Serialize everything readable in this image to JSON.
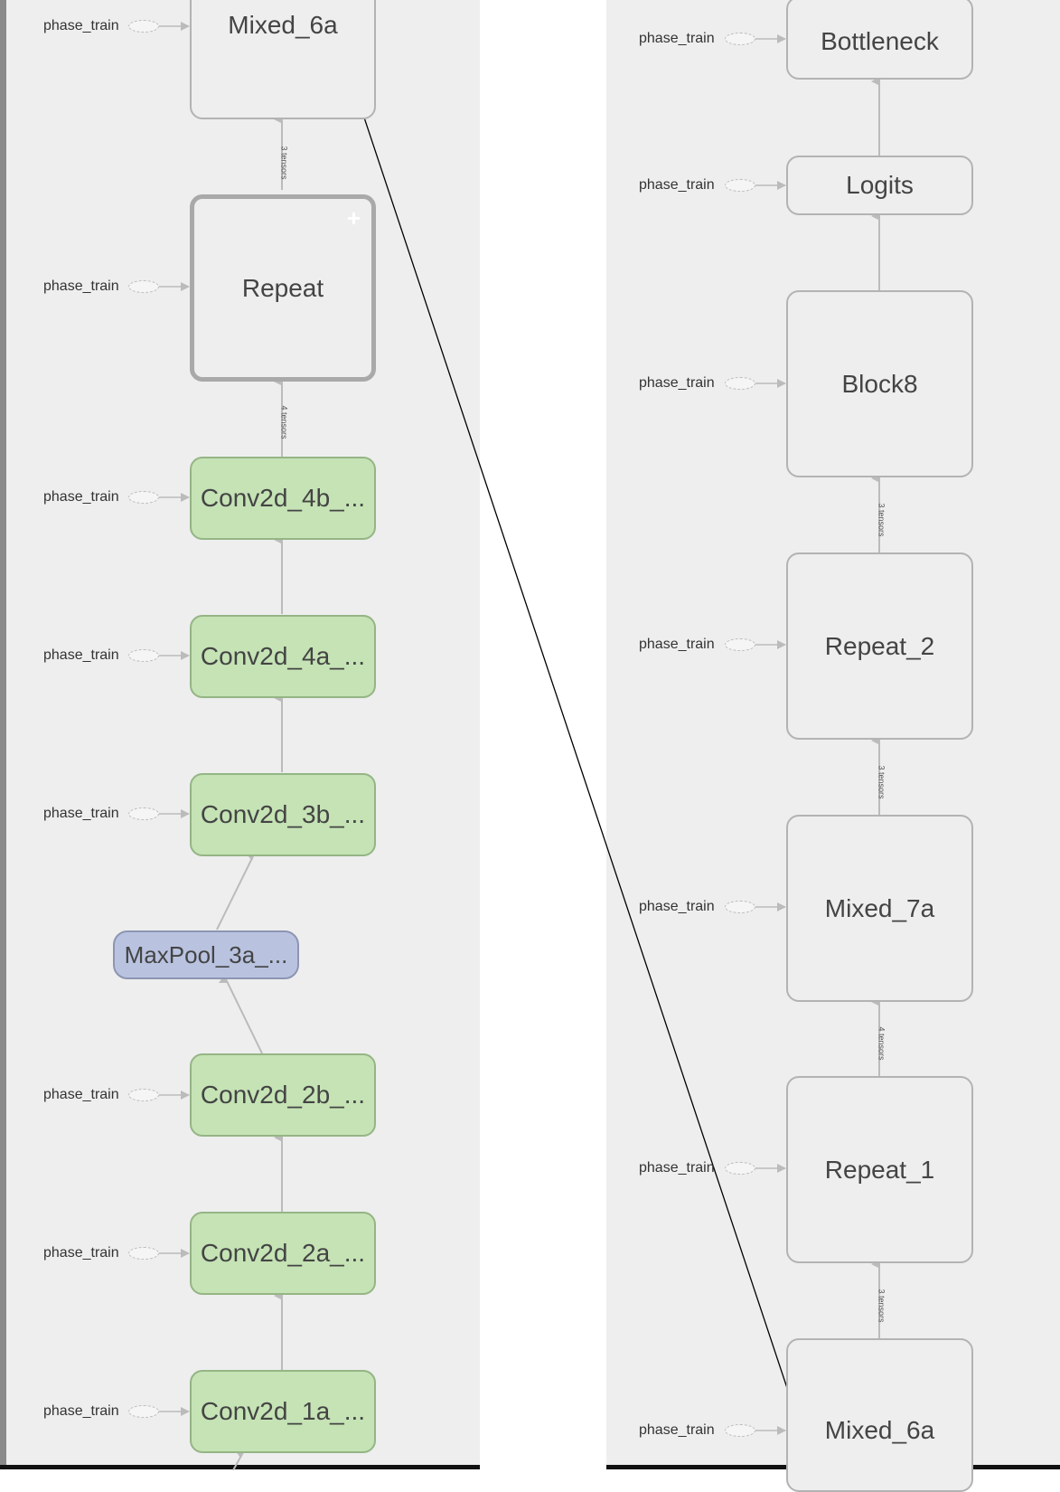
{
  "colors": {
    "panel_bg": "#eeeeee",
    "group_border": "#b3b3b3",
    "conv_fill": "#c5e3b5",
    "conv_border": "#95b585",
    "pool_fill": "#b9c3e0",
    "pool_border": "#8d95b2",
    "edge": "#bbbbbb",
    "pointer_arrow": "#000000"
  },
  "input_label": "phase_train",
  "left_panel": {
    "nodes": {
      "mixed_6a": "Mixed_6a",
      "repeat": "Repeat",
      "conv2d_4b": "Conv2d_4b_...",
      "conv2d_4a": "Conv2d_4a_...",
      "conv2d_3b": "Conv2d_3b_...",
      "maxpool_3a": "MaxPool_3a_...",
      "conv2d_2b": "Conv2d_2b_...",
      "conv2d_2a": "Conv2d_2a_...",
      "conv2d_1a": "Conv2d_1a_..."
    },
    "expand_symbol": "+",
    "edge_labels": {
      "repeat_to_mixed_6a": "3 tensors",
      "conv2d_4b_to_repeat": "4 tensors"
    }
  },
  "right_panel": {
    "nodes": {
      "bottleneck": "Bottleneck",
      "logits": "Logits",
      "block8": "Block8",
      "repeat_2": "Repeat_2",
      "mixed_7a": "Mixed_7a",
      "repeat_1": "Repeat_1",
      "mixed_6a": "Mixed_6a"
    },
    "edge_labels": {
      "repeat_2_to_block8": "3 tensors",
      "mixed_7a_to_repeat_2": "3 tensors",
      "repeat_1_to_mixed_7a": "4 tensors",
      "mixed_6a_to_repeat_1": "3 tensors"
    }
  }
}
